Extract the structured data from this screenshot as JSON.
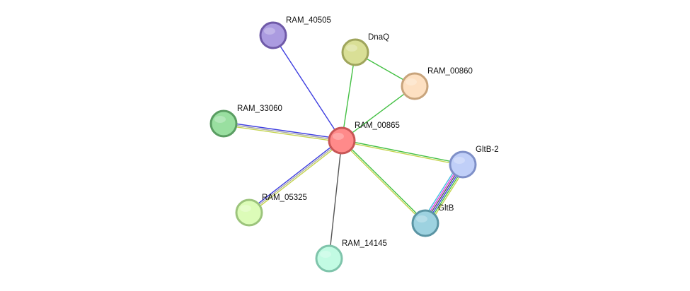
{
  "network": {
    "nodes": [
      {
        "id": "RAM_00865",
        "label": "RAM_00865",
        "fill": "#ff8a8a",
        "stroke": "#c85656"
      },
      {
        "id": "RAM_40505",
        "label": "RAM_40505",
        "fill": "#ab9be0",
        "stroke": "#6f5aa8"
      },
      {
        "id": "DnaQ",
        "label": "DnaQ",
        "fill": "#d9df96",
        "stroke": "#9fa55c"
      },
      {
        "id": "RAM_00860",
        "label": "RAM_00860",
        "fill": "#fde0c2",
        "stroke": "#c8a47c"
      },
      {
        "id": "RAM_33060",
        "label": "RAM_33060",
        "fill": "#99dfa0",
        "stroke": "#5a9d62"
      },
      {
        "id": "GltB-2",
        "label": "GltB-2",
        "fill": "#c0cff8",
        "stroke": "#7f90c8"
      },
      {
        "id": "RAM_05325",
        "label": "RAM_05325",
        "fill": "#dcfcb8",
        "stroke": "#9cc47c"
      },
      {
        "id": "GltB",
        "label": "GltB",
        "fill": "#9dd2e0",
        "stroke": "#5a94a3"
      },
      {
        "id": "RAM_14145",
        "label": "RAM_14145",
        "fill": "#c2fbe3",
        "stroke": "#7fc4ab"
      }
    ],
    "edges": [
      {
        "source": "RAM_00865",
        "target": "RAM_40505",
        "colors": [
          "#3d3de0"
        ]
      },
      {
        "source": "RAM_00865",
        "target": "DnaQ",
        "colors": [
          "#44c044"
        ]
      },
      {
        "source": "RAM_00865",
        "target": "RAM_00860",
        "colors": [
          "#44c044"
        ]
      },
      {
        "source": "DnaQ",
        "target": "RAM_00860",
        "colors": [
          "#44c044"
        ]
      },
      {
        "source": "RAM_00865",
        "target": "RAM_33060",
        "colors": [
          "#c4d44e",
          "#a8a8a8",
          "#3d3de0"
        ]
      },
      {
        "source": "RAM_00865",
        "target": "GltB-2",
        "colors": [
          "#44c044",
          "#c4d44e"
        ]
      },
      {
        "source": "RAM_00865",
        "target": "RAM_05325",
        "colors": [
          "#c4d44e",
          "#a8a8a8",
          "#3d3de0"
        ]
      },
      {
        "source": "RAM_00865",
        "target": "GltB",
        "colors": [
          "#44c044",
          "#c4d44e"
        ]
      },
      {
        "source": "RAM_00865",
        "target": "RAM_14145",
        "colors": [
          "#555555"
        ]
      },
      {
        "source": "GltB-2",
        "target": "GltB",
        "colors": [
          "#c4d44e",
          "#44c044",
          "#3d3de0",
          "#555555",
          "#e040e0",
          "#40c0e0"
        ]
      }
    ]
  }
}
